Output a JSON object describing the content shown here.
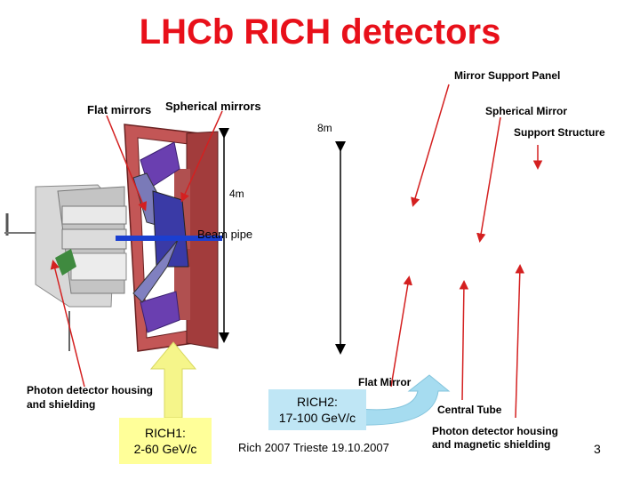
{
  "title": "LHCb RICH detectors",
  "labels": {
    "mirror_support_panel": "Mirror Support Panel",
    "flat_mirrors": "Flat mirrors",
    "spherical_mirrors": "Spherical mirrors",
    "spherical_mirror": "Spherical Mirror",
    "support_structure": "Support Structure",
    "dim_8m": "8m",
    "dim_4m": "4m",
    "beam_pipe": "Beam pipe",
    "photon_detector_housing_shielding": "Photon detector housing and shielding",
    "flat_mirror": "Flat Mirror",
    "central_tube": "Central Tube",
    "photon_detector_housing_magnetic": "Photon detector housing and magnetic shielding"
  },
  "rich1": {
    "name": "RICH1:",
    "range": "2-60 GeV/c",
    "color": "#ffff99",
    "arrow_color": "#f5f58a"
  },
  "rich2": {
    "name": "RICH2:",
    "range": "17-100 GeV/c",
    "color": "#bfe6f5",
    "arrow_color": "#a6dcf0"
  },
  "footer": {
    "conference": "Rich 2007 Trieste 19.10.2007",
    "page_number": "3"
  },
  "colors": {
    "title": "#e8101a",
    "pointer_red": "#d42020",
    "frame": "#b94a4a",
    "beam": "#1b3fd0"
  }
}
